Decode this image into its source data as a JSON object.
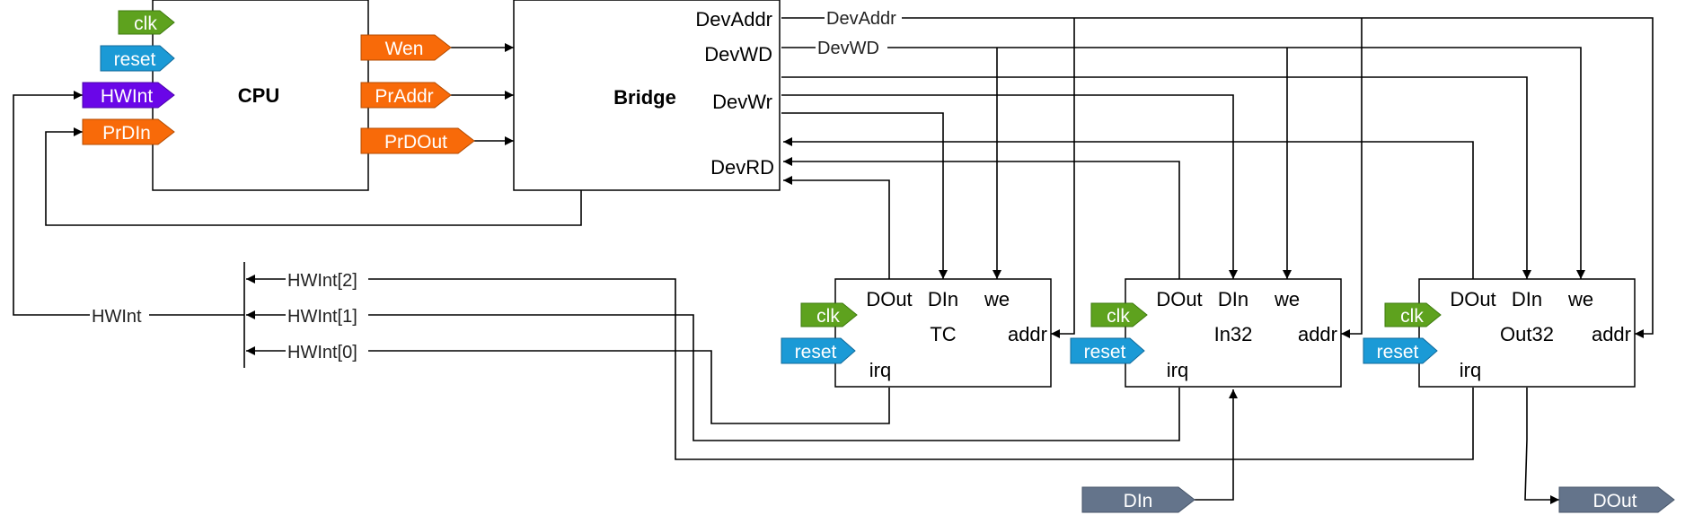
{
  "colors": {
    "clk": "#5ea21e",
    "reset": "#1b9ad6",
    "hwint": "#6a06e8",
    "orange": "#f86a09",
    "slate": "#64748b"
  },
  "cpu": {
    "title": "CPU",
    "inputs": {
      "clk": "clk",
      "reset": "reset",
      "hwint": "HWInt",
      "prdin": "PrDIn"
    },
    "outputs": {
      "wen": "Wen",
      "praddr": "PrAddr",
      "prdout": "PrDOut"
    }
  },
  "bridge": {
    "title": "Bridge",
    "ports": {
      "devaddr": "DevAddr",
      "devwd": "DevWD",
      "devwr": "DevWr",
      "devrd": "DevRD"
    },
    "wire_labels": {
      "devaddr": "DevAddr",
      "devwd": "DevWD"
    }
  },
  "devices": [
    {
      "title": "TC",
      "dout": "DOut",
      "din": "DIn",
      "we": "we",
      "addr": "addr",
      "irq": "irq",
      "clk": "clk",
      "reset": "reset"
    },
    {
      "title": "In32",
      "dout": "DOut",
      "din": "DIn",
      "we": "we",
      "addr": "addr",
      "irq": "irq",
      "clk": "clk",
      "reset": "reset"
    },
    {
      "title": "Out32",
      "dout": "DOut",
      "din": "DIn",
      "we": "we",
      "addr": "addr",
      "irq": "irq",
      "clk": "clk",
      "reset": "reset"
    }
  ],
  "interrupt_bus": {
    "hwint_label": "HWInt",
    "lines": [
      "HWInt[2]",
      "HWInt[1]",
      "HWInt[0]"
    ]
  },
  "external": {
    "din": "DIn",
    "dout": "DOut"
  }
}
